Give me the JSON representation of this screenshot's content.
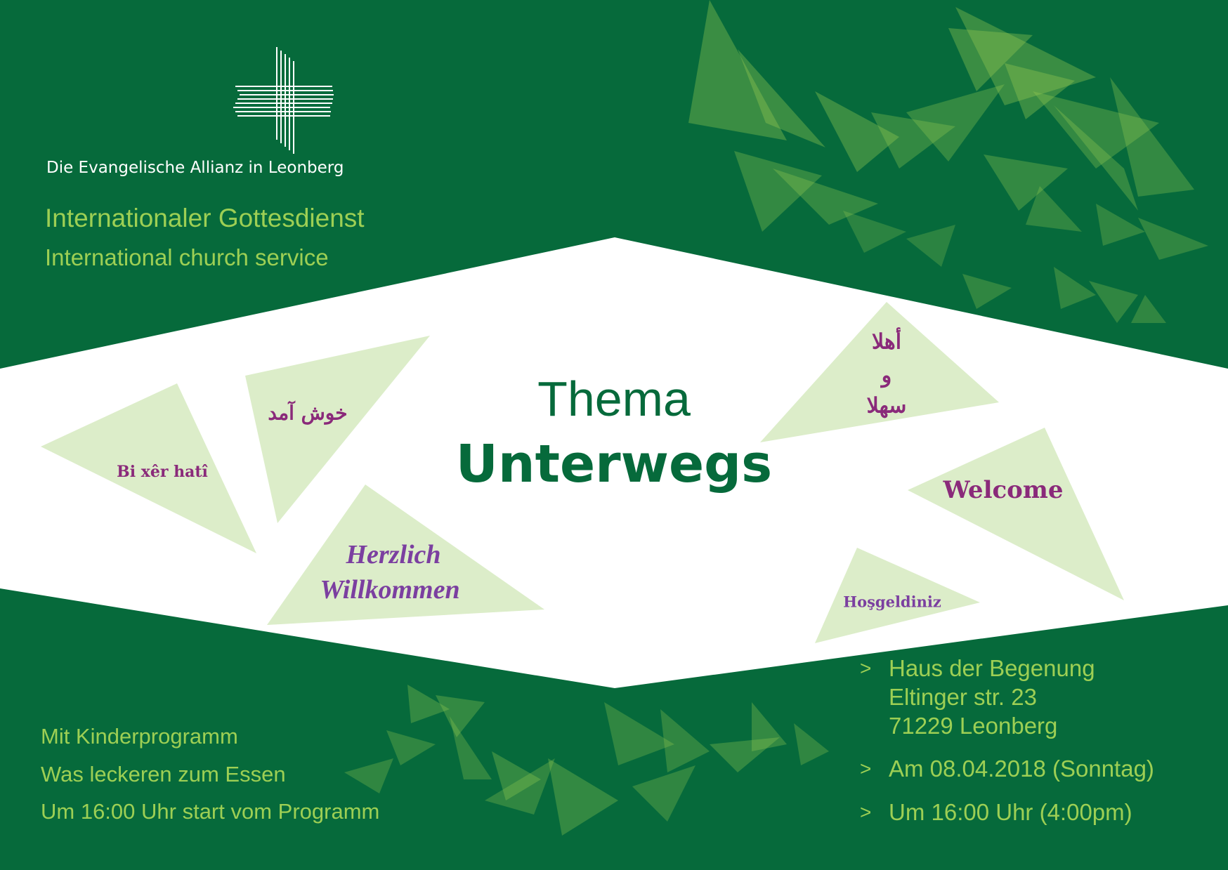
{
  "colors": {
    "background": "#066a3b",
    "band": "#ffffff",
    "accent_green": "#9dcf54",
    "triangle_light": "#dcedc9",
    "greeting_magenta": "#8a2a7a",
    "greeting_purple": "#7b3fa0"
  },
  "header": {
    "logo_icon": "cross-logo-icon",
    "organization": "Die Evangelische Allianz in Leonberg",
    "service_de": "Internationaler Gottesdienst",
    "service_en": "International church service"
  },
  "theme": {
    "label": "Thema",
    "title": "Unterwegs"
  },
  "greetings": {
    "kurdish": "Bi xêr hatî",
    "persian": "خوش آمد",
    "german_line1": "Herzlich",
    "german_line2": "Willkommen",
    "arabic_line1": "أهلا",
    "arabic_line2": "و",
    "arabic_line3": "سهلا",
    "english": "Welcome",
    "turkish": "Hoşgeldiniz"
  },
  "notes": {
    "line1": "Mit Kinderprogramm",
    "line2": "Was leckeren zum Essen",
    "line3": "Um 16:00 Uhr start vom Programm"
  },
  "details": {
    "bullet": ">",
    "venue_name": "Haus der Begenung",
    "street": "Eltinger str. 23",
    "city": "71229 Leonberg",
    "date": "Am 08.04.2018 (Sonntag)",
    "time": "Um 16:00 Uhr (4:00pm)"
  }
}
